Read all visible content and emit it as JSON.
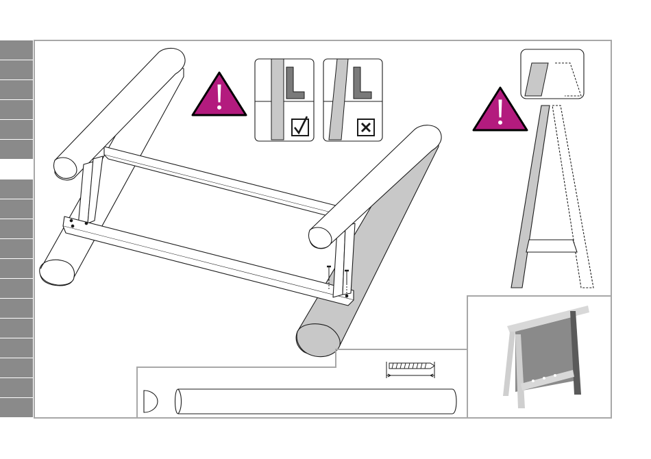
{
  "page": {
    "background": "#ffffff",
    "frame_color": "#a7a7a7"
  },
  "sidebar": {
    "tab_color": "#8a8a8a",
    "active_color": "#ffffff",
    "tab_count": 19,
    "active_index": 6
  },
  "colors": {
    "warning_fill": "#b31b7e",
    "warning_stroke": "#000000",
    "part_light": "#e8e8e8",
    "part_mid": "#c8c8c8",
    "part_dark": "#7a7a7a",
    "line": "#1a1a1a"
  },
  "icons": {
    "warning": "warning-triangle-icon",
    "correct": "checkbox-checked-icon",
    "incorrect": "checkbox-x-icon",
    "screw": "screw-icon"
  },
  "detail_panels": [
    {
      "name": "correct-alignment",
      "status": "correct"
    },
    {
      "name": "incorrect-alignment",
      "status": "incorrect"
    }
  ],
  "parts_box": {
    "items": [
      "screw",
      "end-cap",
      "log-rail"
    ]
  }
}
